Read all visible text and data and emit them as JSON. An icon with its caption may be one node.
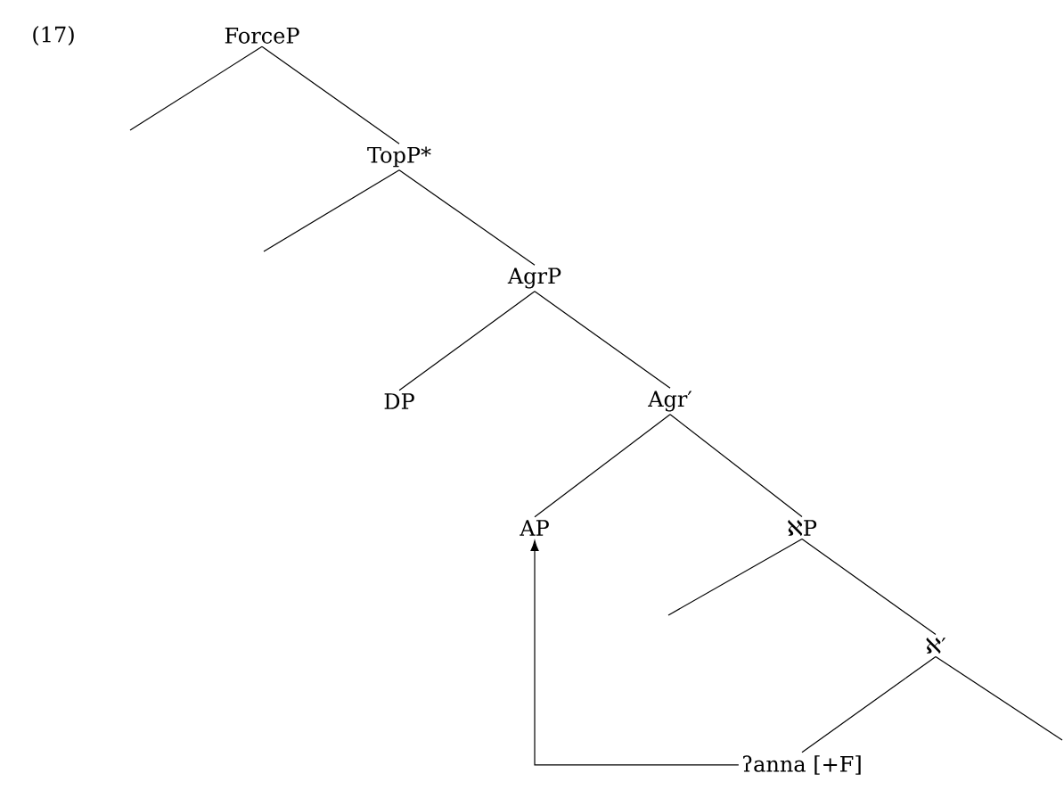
{
  "diagram": {
    "nodes": [
      {
        "text": [
          "ForceP"
        ]
      },
      {
        "text": [
          "TopP*"
        ]
      },
      {
        "text": [
          "AgrP"
        ]
      },
      {
        "text": [
          "DP"
        ]
      },
      {
        "text": [
          "Agr′"
        ]
      },
      {
        "text": [
          "AP"
        ]
      },
      {
        "text": [
          "ℵP"
        ]
      },
      {
        "text": [
          "ℵ′"
        ]
      },
      {
        "text": [
          "ʔanna [+F]"
        ]
      }
    ],
    "edges": [
      {
        "from": 0,
        "to": null,
        "arrow": "none"
      },
      {
        "from": 0,
        "to": 1,
        "arrow": "none"
      },
      {
        "from": 1,
        "to": null,
        "arrow": "none"
      },
      {
        "from": 1,
        "to": 2,
        "arrow": "none"
      },
      {
        "from": 2,
        "to": 3,
        "arrow": "none"
      },
      {
        "from": 2,
        "to": 4,
        "arrow": "none"
      },
      {
        "from": 4,
        "to": 5,
        "arrow": "none"
      },
      {
        "from": 4,
        "to": 6,
        "arrow": "none"
      },
      {
        "from": 6,
        "to": null,
        "arrow": "none"
      },
      {
        "from": 6,
        "to": 7,
        "arrow": "none"
      },
      {
        "from": 7,
        "to": 8,
        "arrow": "none"
      },
      {
        "from": 7,
        "to": null,
        "arrow": "none"
      },
      {
        "from": 8,
        "to": 5,
        "arrow": "to"
      }
    ],
    "labels": [
      "(17)"
    ]
  }
}
